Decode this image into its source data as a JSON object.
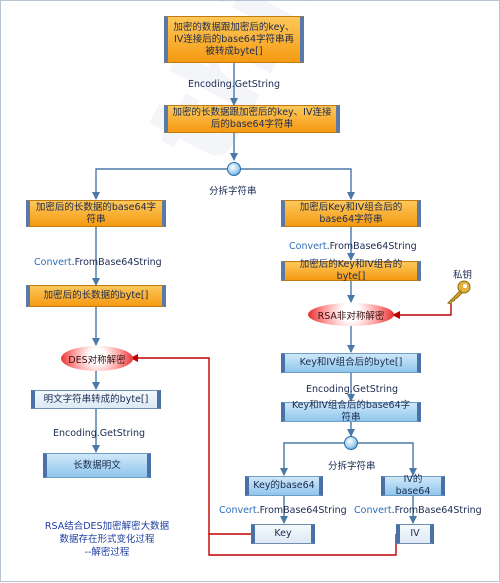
{
  "nodes": {
    "top_box": "加密的数据跟加密后的key、IV连接后的base64字符串再被转成byte[]",
    "long_string": "加密的长数据跟加密后的key、IV连接后的base64字符串",
    "left_base64": "加密后的长数据的base64字符串",
    "right_base64": "加密后Key和IV组合后的base64字符串",
    "left_bytes": "加密后的长数据的byte[]",
    "right_bytes": "加密后的Key和IV组合的byte[]",
    "des_decrypt": "DES对称解密",
    "rsa_decrypt": "RSA非对称解密",
    "keyiv_bytes": "Key和IV组合后的byte[]",
    "plain_bytes": "明文字符串转成的byte[]",
    "keyiv_string": "Key和IV组合后的base64字符串",
    "long_plain": "长数据明文",
    "key_base64": "Key的base64",
    "iv_base64": "IV的base64",
    "key": "Key",
    "iv": "IV",
    "private_key": "私钥"
  },
  "edge_labels": {
    "encoding_getstring": "Encoding.GetString",
    "split": "分拆字符串",
    "convert_prefix": "Convert",
    "convert_method": ".FromBase64String"
  },
  "caption": {
    "line1": "RSA结合DES加密解密大数据",
    "line2": "数据存在形式变化过程",
    "line3": "--解密过程"
  },
  "colors": {
    "process_orange": "#f59a12",
    "process_blue": "#8fc6ec",
    "connector": "#4a78a8",
    "key_path": "#c00000"
  }
}
